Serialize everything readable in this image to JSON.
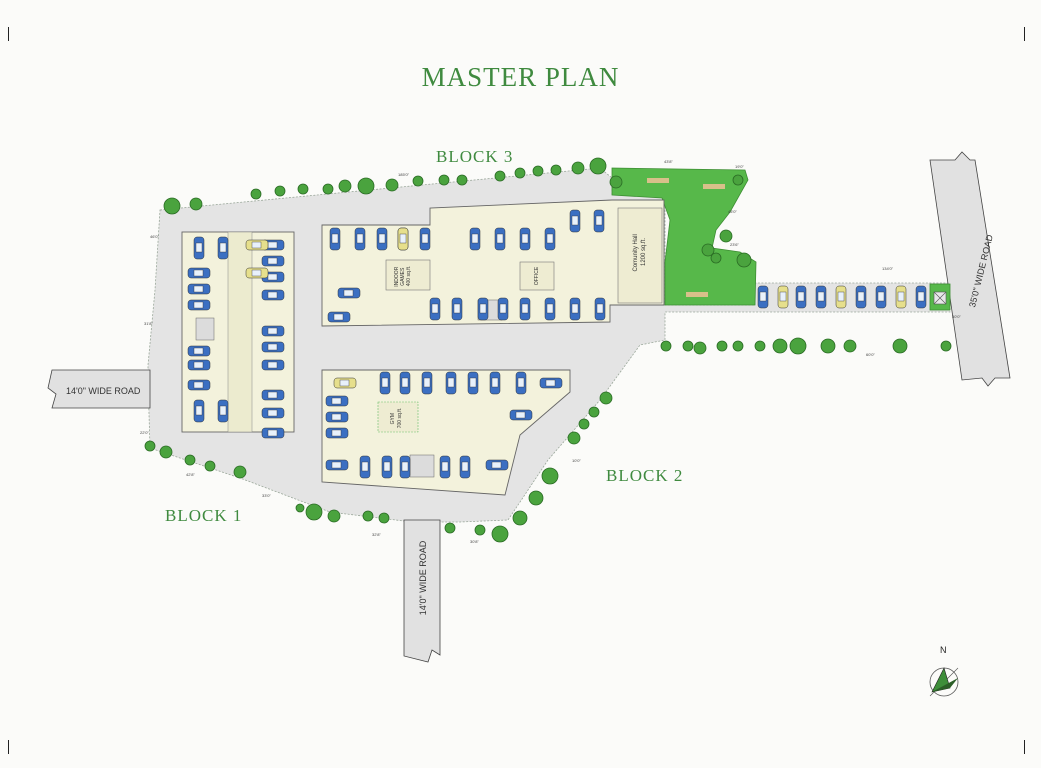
{
  "title": "MASTER PLAN",
  "blocks": {
    "block1": "BLOCK 1",
    "block2": "BLOCK 2",
    "block3": "BLOCK 3"
  },
  "roads": {
    "west": "14'0\" WIDE ROAD",
    "south": "14'0\" WIDE ROAD",
    "east": "35'0\" WIDE ROAD"
  },
  "rooms": {
    "indoor_games": [
      "INDOOR",
      "GAMES",
      "400 sq.ft."
    ],
    "office": "OFFICE",
    "community_hall": [
      "Comunity Hall",
      "1200 sq.ft."
    ],
    "gym": [
      "GYM",
      "700 sq.ft."
    ]
  },
  "dimensions": {
    "top": "185'0\"",
    "top_right_a": "43'8\"",
    "top_right_b": "19'0\"",
    "left_top": "46'0\"",
    "left_mid": "31'8\"",
    "left_low": "22'0\"",
    "bottom_left": "42'8\"",
    "bottom_mid": "33'0\"",
    "bottom_mid2": "32'8\"",
    "bottom_right": "30'8\"",
    "right_diag": "10'0\"",
    "access": "134'0\"",
    "access_low": "60'0\"",
    "access_end": "30'0\"",
    "green_a": "45'0\"",
    "green_b": "23'6\""
  },
  "compass": {
    "label": "N"
  },
  "icons": [
    "north-arrow-icon",
    "tree-icon",
    "car-icon"
  ],
  "colors": {
    "title_green": "#3f8a3f",
    "lawn": "#57b84a",
    "road": "#e4e4e4",
    "building": "#f3f2dc"
  }
}
